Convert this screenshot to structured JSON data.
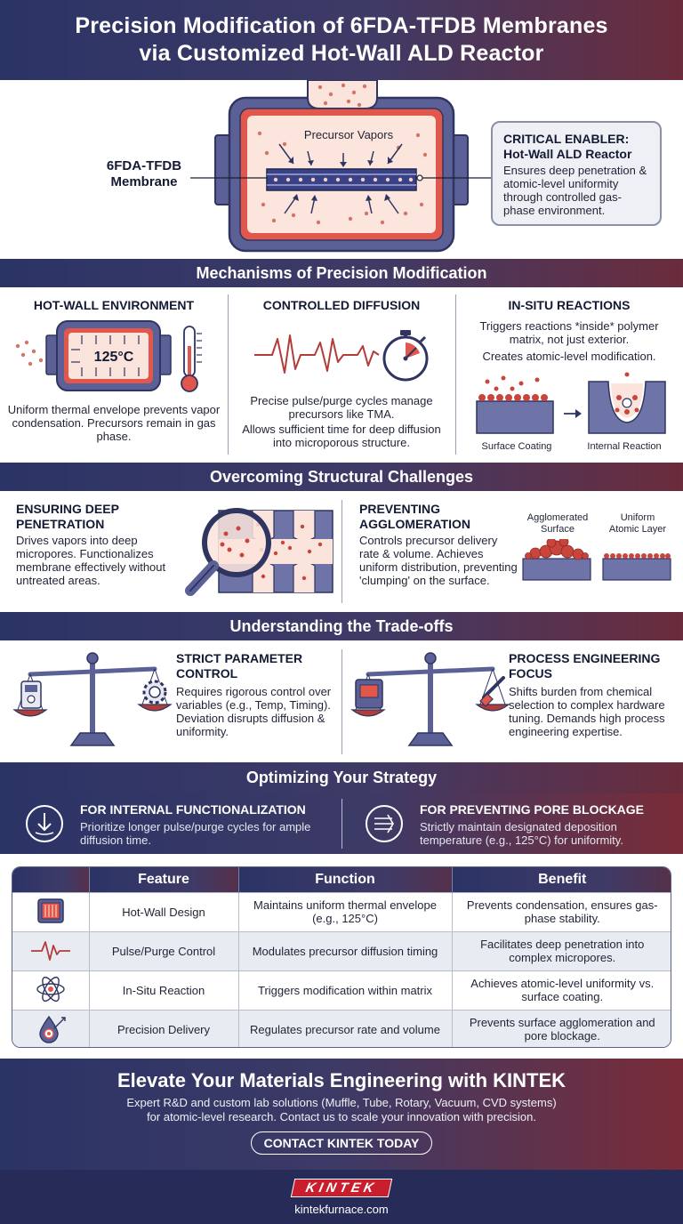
{
  "title": {
    "line1": "Precision Modification of 6FDA-TFDB Membranes",
    "line2": "via Customized Hot-Wall ALD Reactor"
  },
  "hero": {
    "precursor_label": "Precursor Vapors",
    "membrane_label_1": "6FDA-TFDB",
    "membrane_label_2": "Membrane",
    "callout_title_1": "CRITICAL ENABLER:",
    "callout_title_2": "Hot-Wall ALD Reactor",
    "callout_text": "Ensures deep penetration & atomic-level uniformity through controlled gas-phase environment."
  },
  "mechanisms": {
    "heading": "Mechanisms of Precision Modification",
    "hot_wall": {
      "title": "HOT-WALL ENVIRONMENT",
      "temp": "125°C",
      "text": "Uniform thermal envelope prevents vapor condensation. Precursors remain in gas phase."
    },
    "diffusion": {
      "title": "CONTROLLED DIFFUSION",
      "text1": "Precise pulse/purge cycles manage precursors like TMA.",
      "text2": "Allows sufficient time for deep diffusion into microporous structure."
    },
    "insitu": {
      "title": "IN-SITU REACTIONS",
      "text1": "Triggers reactions *inside* polymer matrix, not just exterior.",
      "text2": "Creates atomic-level modification.",
      "label_left": "Surface Coating",
      "label_right": "Internal Reaction"
    }
  },
  "challenges": {
    "heading": "Overcoming Structural Challenges",
    "deep": {
      "title_1": "ENSURING DEEP",
      "title_2": "PENETRATION",
      "text": "Drives vapors into deep micropores. Functionalizes membrane effectively without untreated areas."
    },
    "agglom": {
      "title_1": "PREVENTING",
      "title_2": "AGGLOMERATION",
      "text": "Controls precursor delivery rate & volume. Achieves uniform distribution, preventing 'clumping' on the surface.",
      "label_left_1": "Agglomerated",
      "label_left_2": "Surface",
      "label_right_1": "Uniform",
      "label_right_2": "Atomic Layer"
    }
  },
  "tradeoffs": {
    "heading": "Understanding the Trade-offs",
    "strict": {
      "title_1": "STRICT PARAMETER",
      "title_2": "CONTROL",
      "text": "Requires rigorous control over variables (e.g., Temp, Timing). Deviation disrupts diffusion & uniformity."
    },
    "process": {
      "title_1": "PROCESS ENGINEERING",
      "title_2": "FOCUS",
      "text": "Shifts burden from chemical selection to complex hardware tuning. Demands high process engineering expertise."
    }
  },
  "strategy": {
    "heading": "Optimizing Your Strategy",
    "internal": {
      "title": "FOR INTERNAL FUNCTIONALIZATION",
      "text": "Prioritize longer pulse/purge cycles for ample diffusion time."
    },
    "pore": {
      "title": "FOR PREVENTING PORE BLOCKAGE",
      "text": "Strictly maintain designated deposition temperature (e.g., 125°C) for uniformity."
    }
  },
  "table": {
    "headers": [
      "Feature",
      "Function",
      "Benefit"
    ],
    "rows": [
      {
        "icon": "hot-wall-icon",
        "feature": "Hot-Wall Design",
        "function": "Maintains uniform thermal envelope (e.g., 125°C)",
        "benefit": "Prevents condensation, ensures gas-phase stability."
      },
      {
        "icon": "pulse-icon",
        "feature": "Pulse/Purge Control",
        "function": "Modulates precursor diffusion timing",
        "benefit": "Facilitates deep penetration into complex micropores."
      },
      {
        "icon": "atom-icon",
        "feature": "In-Situ Reaction",
        "function": "Triggers modification within matrix",
        "benefit": "Achieves atomic-level uniformity vs. surface coating."
      },
      {
        "icon": "precision-drop-icon",
        "feature": "Precision Delivery",
        "function": "Regulates precursor rate and volume",
        "benefit": "Prevents surface agglomeration and pore blockage."
      }
    ]
  },
  "cta": {
    "title": "Elevate Your Materials Engineering with KINTEK",
    "text_1": "Expert R&D and custom lab solutions (Muffle, Tube, Rotary, Vacuum, CVD systems)",
    "text_2": "for atomic-level research. Contact us to scale your innovation with precision.",
    "button": "CONTACT KINTEK TODAY"
  },
  "footer": {
    "logo": "KINTEK",
    "url": "kintekfurnace.com"
  },
  "colors": {
    "navy": "#2b3466",
    "maroon": "#7a2c38",
    "reactor": "#5b6196",
    "heat": "#e2574c",
    "particle": "#c9453c"
  }
}
